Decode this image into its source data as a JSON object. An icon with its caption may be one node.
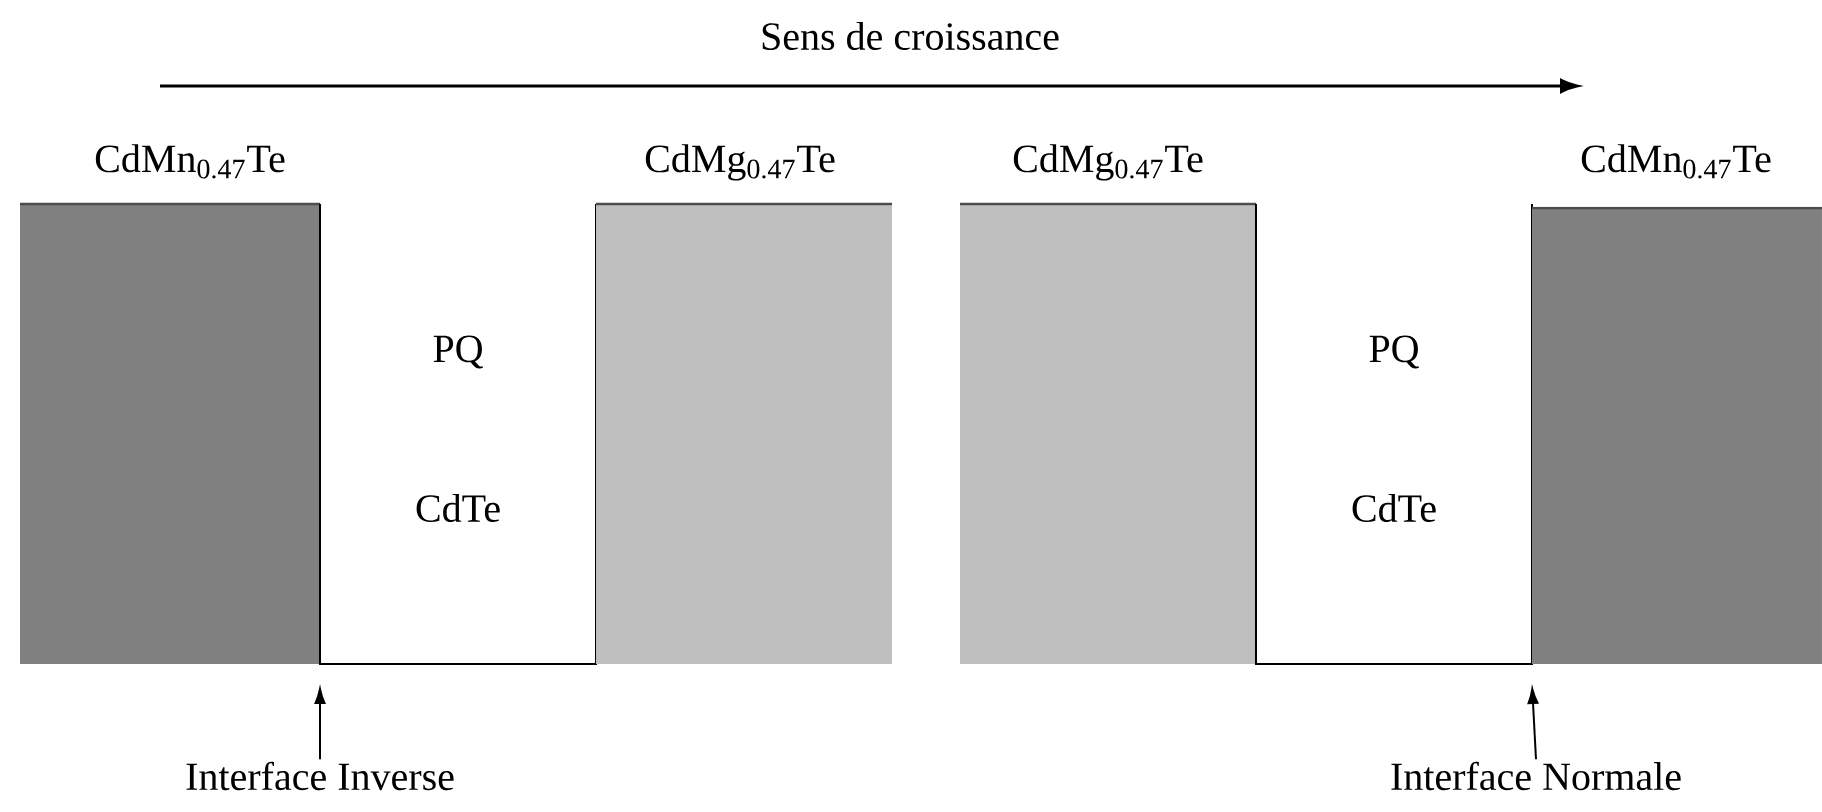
{
  "diagram": {
    "nodes": [
      {
        "text": [
          "CdMn$_{0.47}$Te"
        ]
      },
      {
        "text": [
          "PQ",
          "CdTe"
        ]
      },
      {
        "text": [
          "CdMg$_{0.47}$Te"
        ]
      },
      {
        "text": [
          "CdMg$_{0.47}$Te"
        ]
      },
      {
        "text": [
          "PQ",
          "CdTe"
        ]
      },
      {
        "text": [
          "CdMn$_{0.47}$Te"
        ]
      },
      {
        "text": [
          "Interface Inverse"
        ]
      },
      {
        "text": [
          "Interface Normale"
        ]
      }
    ],
    "edges": [
      {
        "from": 6,
        "to": null,
        "arrow": "to"
      },
      {
        "from": 7,
        "to": null,
        "arrow": "to"
      }
    ],
    "labels": [
      "Sens de croissance"
    ]
  }
}
